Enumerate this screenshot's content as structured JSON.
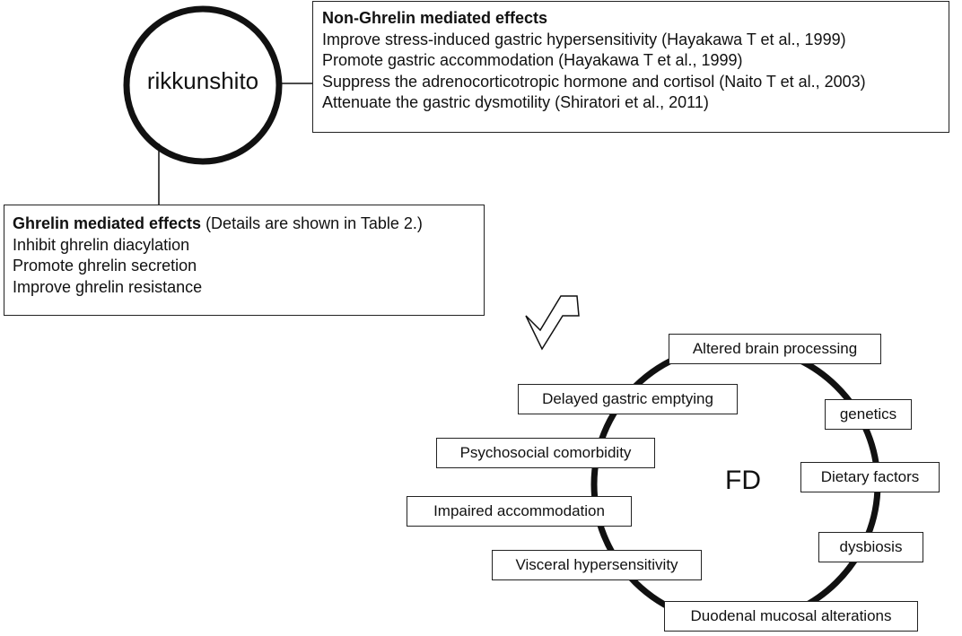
{
  "rikkunshito": {
    "label": "rikkunshito"
  },
  "non_ghrelin": {
    "heading": "Non-Ghrelin mediated effects",
    "items": [
      "Improve stress-induced gastric hypersensitivity (Hayakawa T et al., 1999)",
      "Promote gastric accommodation (Hayakawa T et al., 1999)",
      "Suppress the adrenocorticotropic hormone and cortisol (Naito T et al., 2003)",
      "Attenuate the gastric dysmotility (Shiratori et al., 2011)"
    ]
  },
  "ghrelin": {
    "heading": "Ghrelin mediated effects",
    "heading_note": " (Details are shown in Table 2.)",
    "items": [
      "Inhibit ghrelin diacylation",
      "Promote ghrelin secretion",
      "Improve ghrelin resistance"
    ]
  },
  "fd": {
    "center_label": "FD",
    "factors": {
      "altered_brain": "Altered brain processing",
      "delayed_emptying": "Delayed gastric emptying",
      "genetics": "genetics",
      "psychosocial": "Psychosocial comorbidity",
      "dietary": "Dietary factors",
      "impaired_accommodation": "Impaired accommodation",
      "dysbiosis": "dysbiosis",
      "visceral": "Visceral hypersensitivity",
      "duodenal": "Duodenal mucosal alterations"
    }
  },
  "colors": {
    "stroke": "#111111",
    "background": "#ffffff"
  }
}
